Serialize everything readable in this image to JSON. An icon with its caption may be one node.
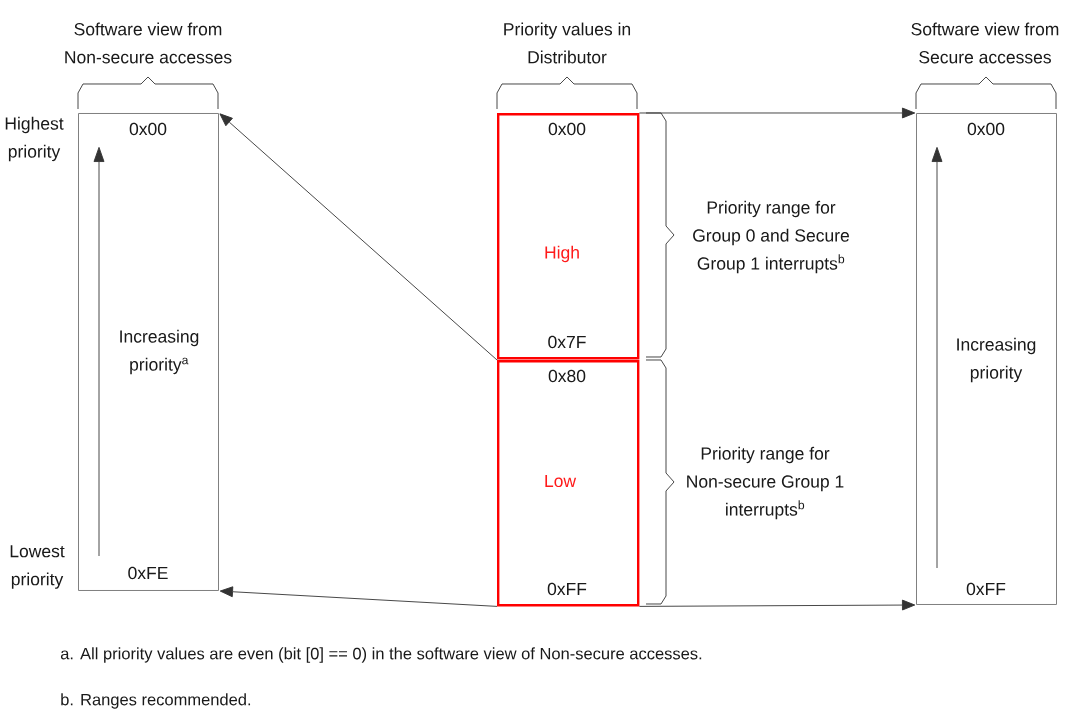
{
  "diagram": {
    "nodes": [
      {
        "text": [
          "Software view from Non-secure accesses",
          "0x00",
          "Increasing priority$^{a}$",
          "0xFE"
        ],
        "beside": [
          "Highest priority",
          "Lowest priority"
        ]
      },
      {
        "text": [
          "Priority values in Distributor",
          "0x00",
          "High",
          "0x7F"
        ],
        "beside": [
          "Priority range for Group 0 and Secure Group 1 interrupts$^{b}$"
        ]
      },
      {
        "text": [
          "0x80",
          "Low",
          "0xFF"
        ],
        "beside": [
          "Priority range for Non-secure Group 1 interrupts$^{b}$"
        ]
      },
      {
        "text": [
          "Software view from Secure accesses",
          "0x00",
          "Increasing priority",
          "0xFF"
        ]
      }
    ],
    "edges": [
      {
        "from": 1,
        "to": 3,
        "arrow": "to"
      },
      {
        "from": 2,
        "to": 3,
        "arrow": "to"
      },
      {
        "from": 2,
        "to": 0,
        "arrow": "to"
      },
      {
        "from": 2,
        "to": 0,
        "arrow": "to"
      }
    ],
    "labels": [
      "a. All priority values are even (bit [0] == 0) in the software view of Non-secure accesses.",
      "b. Ranges recommended."
    ]
  }
}
